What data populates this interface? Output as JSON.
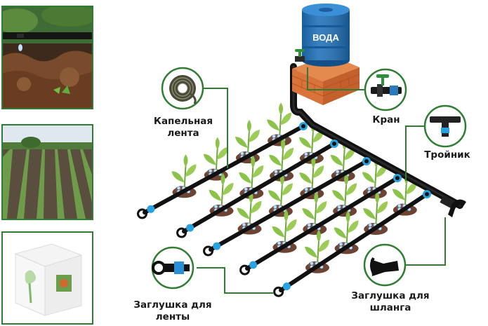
{
  "tank": {
    "label": "ВОДА"
  },
  "callouts": {
    "drip_tape": {
      "line1": "Капельная",
      "line2": "лента"
    },
    "valve": {
      "label": "Кран"
    },
    "tee": {
      "label": "Тройник"
    },
    "tape_plug": {
      "line1": "Заглушка для",
      "line2": "ленты"
    },
    "hose_plug": {
      "line1": "Заглушка для",
      "line2": "шланга"
    }
  },
  "photos": [
    {
      "icon": "drip-irrigation-closeup"
    },
    {
      "icon": "field-rows"
    },
    {
      "icon": "product-box"
    }
  ],
  "colors": {
    "frame_green": "#2e7d32",
    "tank_blue": "#1e6fb8",
    "brick": "#d9733a",
    "leaf_green": "#8bc34a",
    "soil": "#6d4433",
    "pipe": "#111111",
    "connector_blue": "#29a3e0"
  }
}
